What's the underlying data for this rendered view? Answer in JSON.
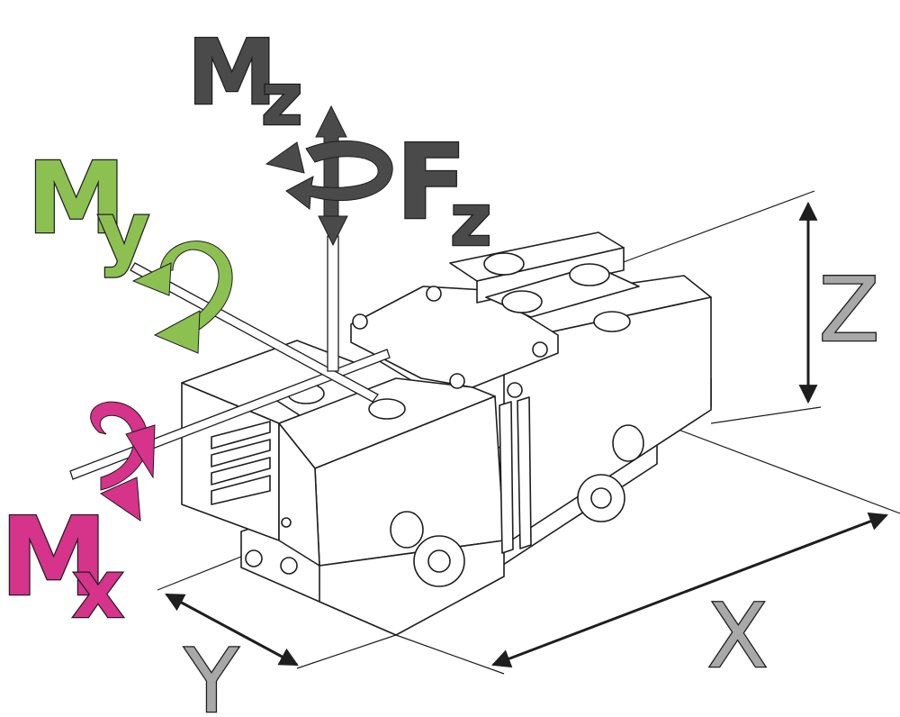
{
  "labels": {
    "mz": {
      "main": "M",
      "sub": "z",
      "color": "#4a4a4a"
    },
    "fz": {
      "main": "F",
      "sub": "z",
      "color": "#4a4a4a"
    },
    "my": {
      "main": "M",
      "sub": "y",
      "color": "#8cc152"
    },
    "mx": {
      "main": "M",
      "sub": "x",
      "color": "#d6338b"
    }
  },
  "axes": {
    "x": {
      "label": "X",
      "color": "#a8a8a8"
    },
    "y": {
      "label": "Y",
      "color": "#a8a8a8"
    },
    "z": {
      "label": "Z",
      "color": "#a8a8a8"
    }
  },
  "colors": {
    "line": "#1e1e1e",
    "body_fill": "#ffffff",
    "arrow_dark": "#4a4a4a"
  },
  "icons": {
    "mx": "rotation-arrow-icon",
    "my": "rotation-arrow-icon",
    "mz": "rotation-arrow-icon",
    "fz": "force-arrow-icon"
  }
}
